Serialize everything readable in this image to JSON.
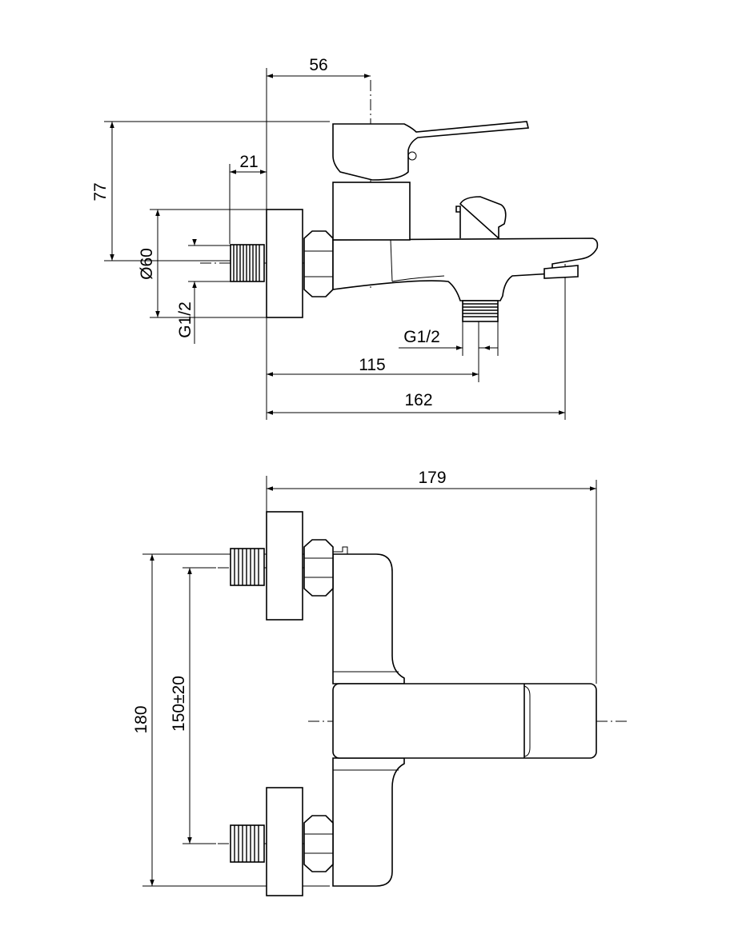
{
  "drawing": {
    "side_view": {
      "dim_projection_axis": "56",
      "dim_height": "77",
      "dim_thread_length": "21",
      "dim_plate_diameter": "Ø60",
      "dim_inlet_thread": "G1/2",
      "dim_outlet_thread": "G1/2",
      "dim_outlet_distance": "115",
      "dim_total_depth": "162"
    },
    "top_view": {
      "dim_total_depth": "179",
      "dim_total_height": "180",
      "dim_center_distance": "150±20"
    },
    "colors": {
      "line": "#000000",
      "background": "#ffffff"
    }
  }
}
